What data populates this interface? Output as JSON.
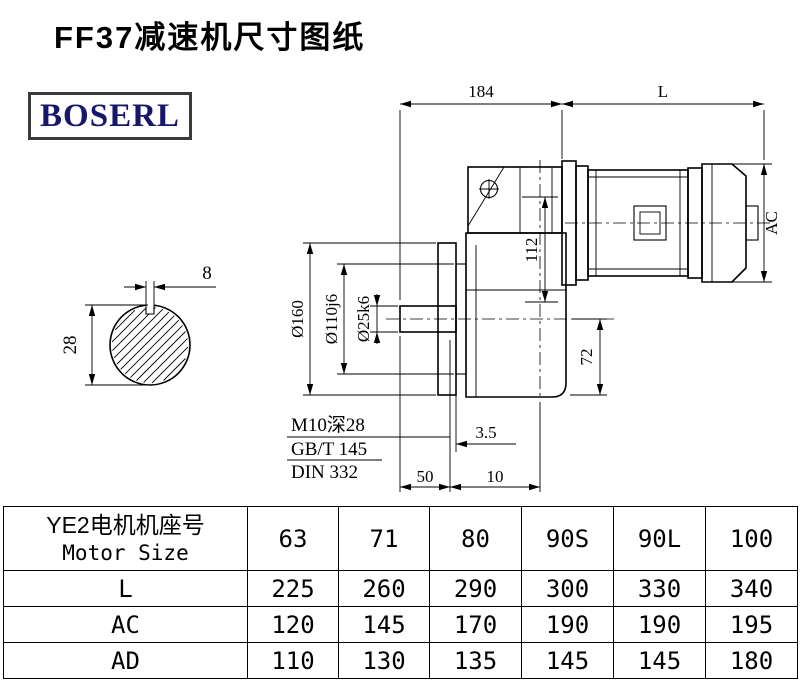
{
  "page": {
    "title": "FF37减速机尺寸图纸",
    "brand": "BOSERL"
  },
  "colors": {
    "brand_text": "#16166b",
    "line": "#000000"
  },
  "drawing": {
    "dim_184": "184",
    "dim_L": "L",
    "dim_AC": "AC",
    "dim_112": "112",
    "dim_72": "72",
    "dia_160": "Ø160",
    "dia_110": "Ø110j6",
    "dia_25": "Ø25k6",
    "key_width": "8",
    "shaft_dia": "28",
    "note_thread": "M10深28",
    "note_gb": "GB/T 145",
    "note_din": "DIN 332",
    "dim_3_5": "3.5",
    "dim_50": "50",
    "dim_10": "10"
  },
  "table": {
    "header_zh": "YE2电机机座号",
    "header_en": "Motor Size",
    "columns": [
      "63",
      "71",
      "80",
      "90S",
      "90L",
      "100"
    ],
    "rows": [
      {
        "label": "L",
        "values": [
          "225",
          "260",
          "290",
          "300",
          "330",
          "340"
        ]
      },
      {
        "label": "AC",
        "values": [
          "120",
          "145",
          "170",
          "190",
          "190",
          "195"
        ]
      },
      {
        "label": "AD",
        "values": [
          "110",
          "130",
          "135",
          "145",
          "145",
          "180"
        ]
      }
    ]
  }
}
